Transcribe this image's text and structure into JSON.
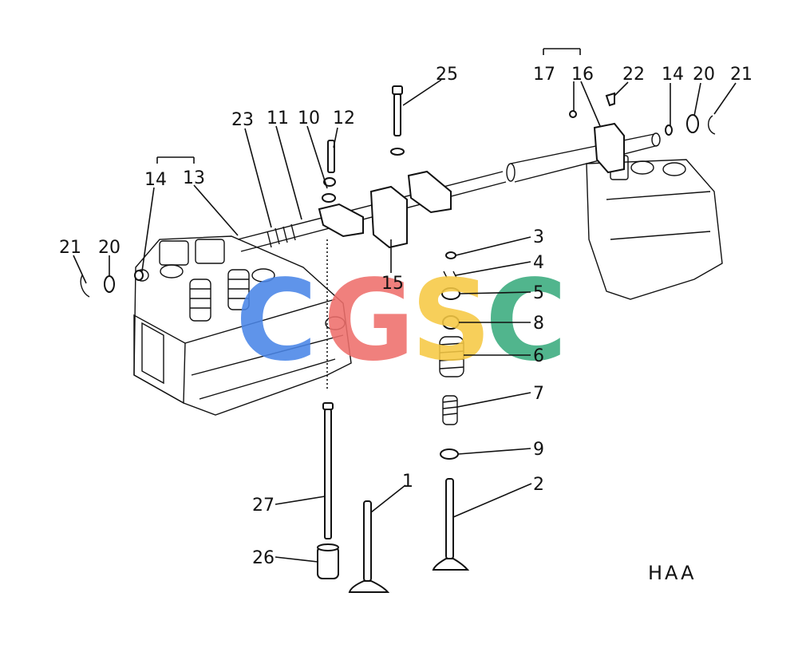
{
  "diagram_code": "HAA",
  "watermark": {
    "letters": [
      "C",
      "G",
      "S",
      "C"
    ],
    "colors": [
      "#4a86e8",
      "#ef6f6c",
      "#f6c944",
      "#3aab7e"
    ]
  },
  "callouts": {
    "c1": "1",
    "c2": "2",
    "c3": "3",
    "c4": "4",
    "c5": "5",
    "c6": "6",
    "c7": "7",
    "c8": "8",
    "c9": "9",
    "c10": "10",
    "c11": "11",
    "c12": "12",
    "c13": "13",
    "c14_left": "14",
    "c14_right": "14",
    "c15": "15",
    "c16": "16",
    "c17": "17",
    "c20_left": "20",
    "c20_right": "20",
    "c21_left": "21",
    "c21_right": "21",
    "c22": "22",
    "c23": "23",
    "c25": "25",
    "c26": "26",
    "c27": "27"
  }
}
